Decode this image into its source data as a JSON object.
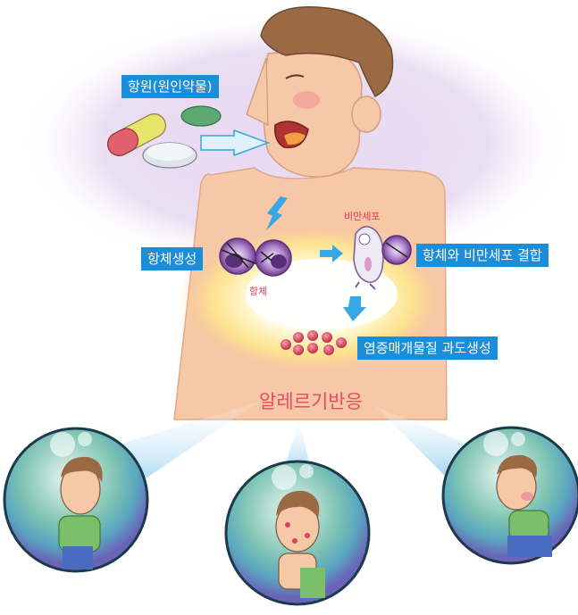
{
  "labels": {
    "antigen": "항원(원인약물)",
    "antibody_production": "항체생성",
    "antibody": "항체",
    "mast_cell": "비만세포",
    "binding": "항체와 비만세포 결합",
    "mediator_overproduction": "염증매개물질 과도생성",
    "allergic_reaction": "알레르기반응"
  },
  "colors": {
    "label_bg": "#1a8ed8",
    "label_text": "#ffffff",
    "accent_red": "#e23a55",
    "skin": "#f5c3a1",
    "glow": "#fff6b8",
    "aura": "#d9c6e8",
    "bubble": "#6fb7a8",
    "antibody_purple": "#7a4a9a",
    "mediator_red": "#d9425a",
    "arrow_blue": "#39a6e6"
  },
  "icons": {
    "pills": "capsule-pill-icon",
    "arrow": "arrow-icon",
    "antibody": "antibody-cell-icon",
    "mast_cell": "mast-cell-icon",
    "mediator": "mediator-granule-icon",
    "person": "person-icon"
  }
}
